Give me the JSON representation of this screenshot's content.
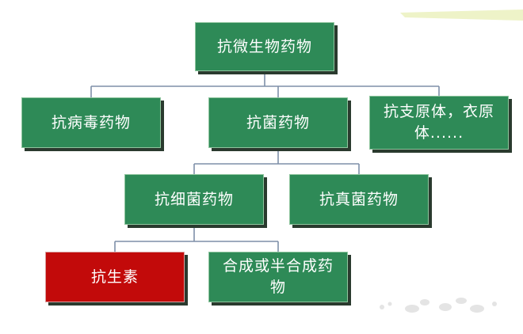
{
  "diagram": {
    "nodes": {
      "root": "抗微生物药物",
      "antiviral": "抗病毒药物",
      "antibacterial": "抗菌药物",
      "antimyco_line1": "抗支原体，衣原",
      "antimyco_line2": "体......",
      "antibacterial_narrow": "抗细菌药物",
      "antifungal": "抗真菌药物",
      "antibiotic": "抗生素",
      "synthetic_line1": "合成或半合成药",
      "synthetic_line2": "物"
    },
    "colors": {
      "node_fill": "#2e8a57",
      "highlight_fill": "#c20a0a",
      "connector": "#7f8fa8",
      "accent_strip": "#eef3c8"
    }
  }
}
